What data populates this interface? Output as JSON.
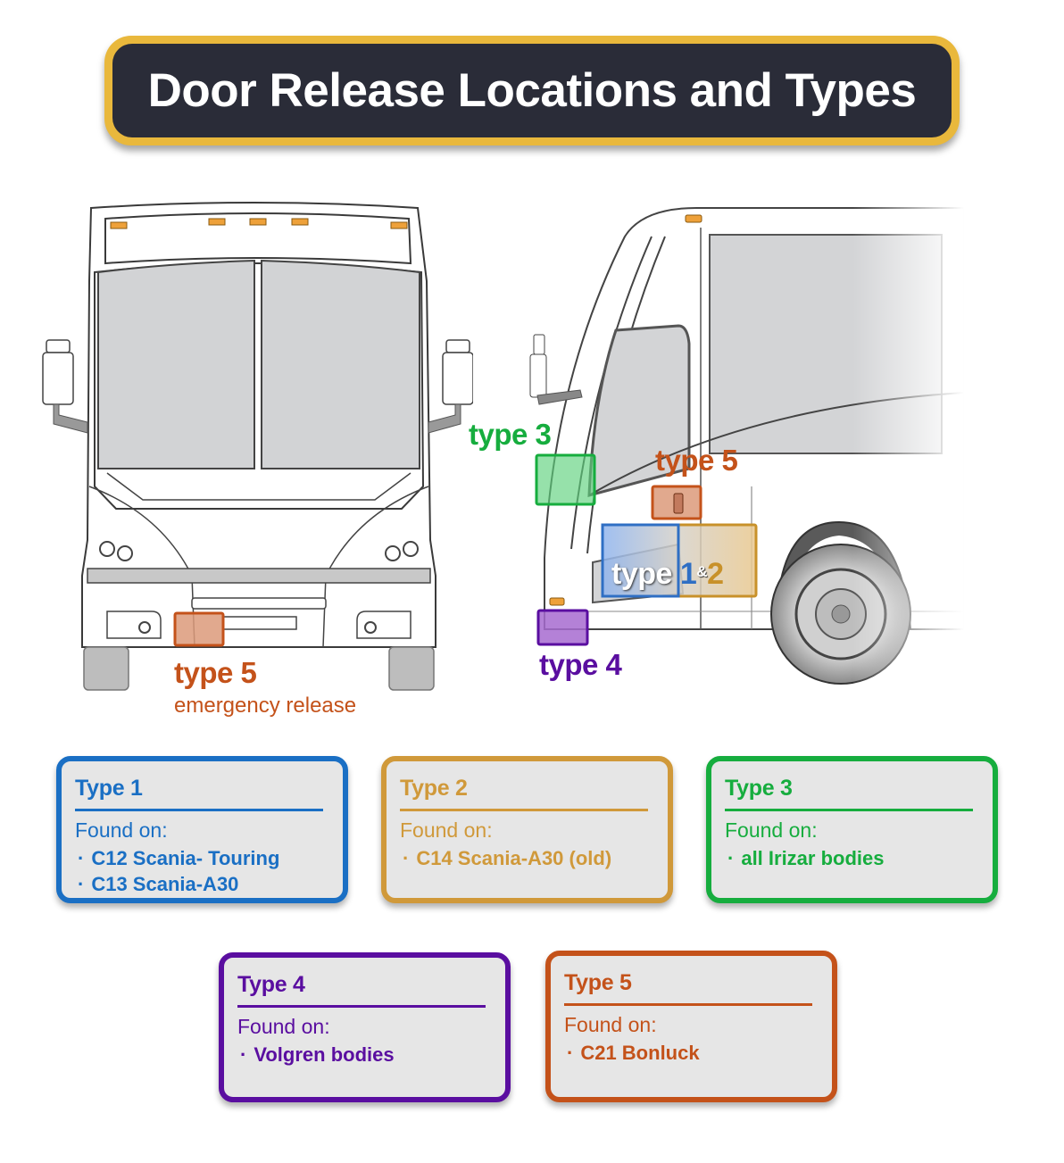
{
  "title": "Door Release Locations and Types",
  "colors": {
    "title_border": "#e9b83c",
    "title_bg": "#2a2c38",
    "type1": "#1a6fc4",
    "type2": "#d0993a",
    "type3": "#16ad3e",
    "type4": "#5a0ea0",
    "type5": "#c4521a"
  },
  "front_view": {
    "labels": {
      "type5": "type 5",
      "type5_note": "emergency release"
    }
  },
  "side_view": {
    "labels": {
      "type3": "type 3",
      "type5": "type 5",
      "type12_word": "type",
      "type12_one": "1",
      "type12_amp": "&",
      "type12_two": "2",
      "type4": "type 4"
    }
  },
  "cards": [
    {
      "title": "Type 1",
      "found_label": "Found on:",
      "items": [
        "C12 Scania- Touring",
        "C13 Scania-A30"
      ]
    },
    {
      "title": "Type 2",
      "found_label": "Found on:",
      "items": [
        "C14 Scania-A30 (old)"
      ]
    },
    {
      "title": "Type 3",
      "found_label": "Found on:",
      "items": [
        "all Irizar bodies"
      ]
    },
    {
      "title": "Type 4",
      "found_label": "Found on:",
      "items": [
        "Volgren bodies"
      ]
    },
    {
      "title": "Type 5",
      "found_label": "Found on:",
      "items": [
        "C21 Bonluck"
      ]
    }
  ]
}
